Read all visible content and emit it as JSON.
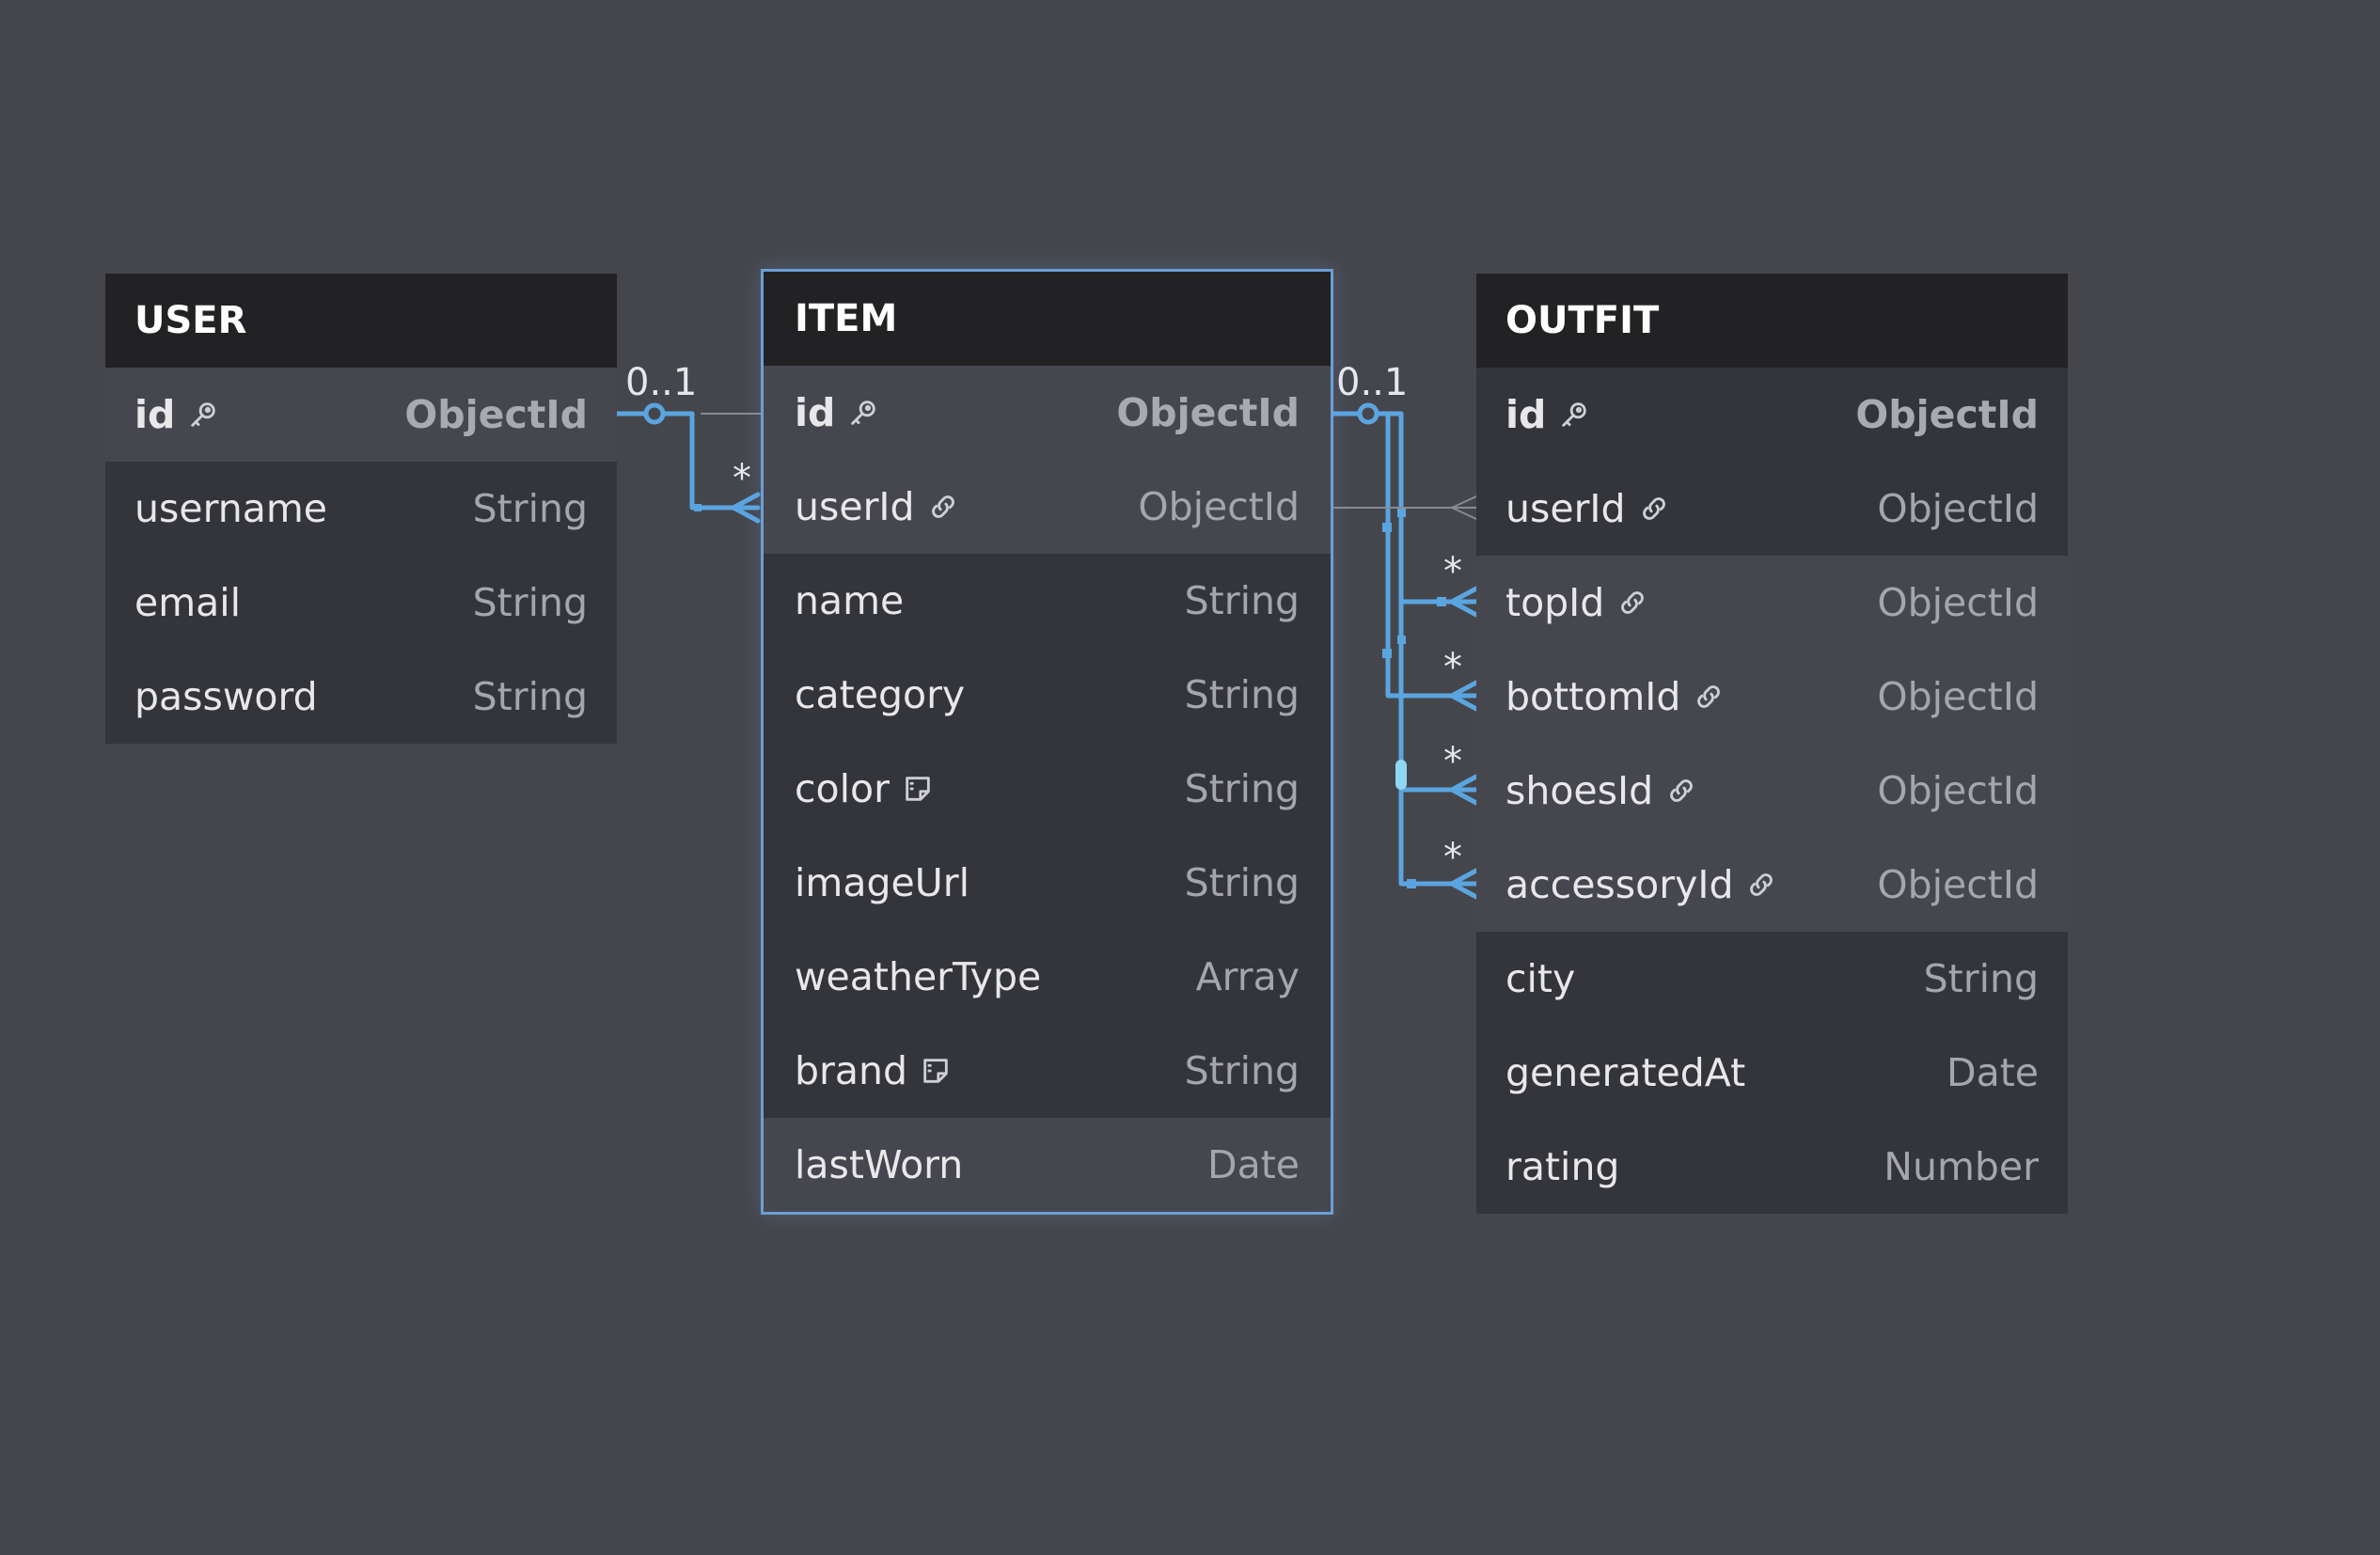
{
  "colors": {
    "background": "#45464c",
    "header": "#222224",
    "row": "#34353b",
    "row_highlight": "#46474e",
    "relation": "#5aa5e0",
    "selection": "#6b9fd4"
  },
  "tables": {
    "user": {
      "title": "USER",
      "fields": [
        {
          "name": "id",
          "type": "ObjectId",
          "icon": "key-icon"
        },
        {
          "name": "username",
          "type": "String"
        },
        {
          "name": "email",
          "type": "String"
        },
        {
          "name": "password",
          "type": "String"
        }
      ]
    },
    "item": {
      "title": "ITEM",
      "fields": [
        {
          "name": "id",
          "type": "ObjectId",
          "icon": "key-icon"
        },
        {
          "name": "userId",
          "type": "ObjectId",
          "icon": "link-icon"
        },
        {
          "name": "name",
          "type": "String"
        },
        {
          "name": "category",
          "type": "String"
        },
        {
          "name": "color",
          "type": "String",
          "icon": "note-icon"
        },
        {
          "name": "imageUrl",
          "type": "String"
        },
        {
          "name": "weatherType",
          "type": "Array"
        },
        {
          "name": "brand",
          "type": "String",
          "icon": "note-icon"
        },
        {
          "name": "lastWorn",
          "type": "Date"
        }
      ]
    },
    "outfit": {
      "title": "OUTFIT",
      "fields": [
        {
          "name": "id",
          "type": "ObjectId",
          "icon": "key-icon"
        },
        {
          "name": "userId",
          "type": "ObjectId",
          "icon": "link-icon"
        },
        {
          "name": "topId",
          "type": "ObjectId",
          "icon": "link-icon"
        },
        {
          "name": "bottomId",
          "type": "ObjectId",
          "icon": "link-icon"
        },
        {
          "name": "shoesId",
          "type": "ObjectId",
          "icon": "link-icon"
        },
        {
          "name": "accessoryId",
          "type": "ObjectId",
          "icon": "link-icon"
        },
        {
          "name": "city",
          "type": "String"
        },
        {
          "name": "generatedAt",
          "type": "Date"
        },
        {
          "name": "rating",
          "type": "Number"
        }
      ]
    }
  },
  "relations": {
    "user_item": {
      "one": "0..1",
      "many": "*"
    },
    "item_outfit": {
      "one": "0..1",
      "many": [
        "*",
        "*",
        "*",
        "*"
      ]
    }
  }
}
